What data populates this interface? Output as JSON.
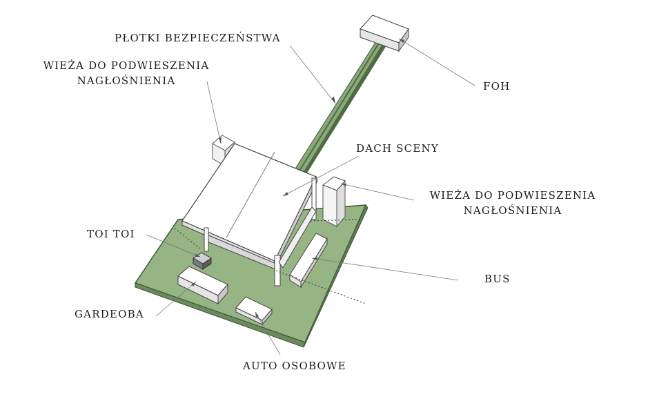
{
  "labels": {
    "plotki": "PŁOTKI BEZPIECZEŃSTWA",
    "wieza_left_1": "WIEŻA DO PODWIESZENIA",
    "wieza_left_2": "NAGŁOŚNIENIA",
    "foh": "FOH",
    "dach": "DACH SCENY",
    "wieza_right_1": "WIEŻA DO PODWIESZENIA",
    "wieza_right_2": "NAGŁOŚNIENIA",
    "toi": "TOI TOI",
    "bus": "BUS",
    "gardeoba": "GARDEOBA",
    "auto": "AUTO OSOBOWE"
  },
  "colors": {
    "ground": "#96b484",
    "ground_edge": "#6d8a5e",
    "walkway": "#7f9e6e",
    "walkway_dark": "#4e6b45",
    "box_top": "#ffffff",
    "box_side": "#e6e6e6",
    "box_dark": "#c9c9c9",
    "leader": "#777777"
  }
}
